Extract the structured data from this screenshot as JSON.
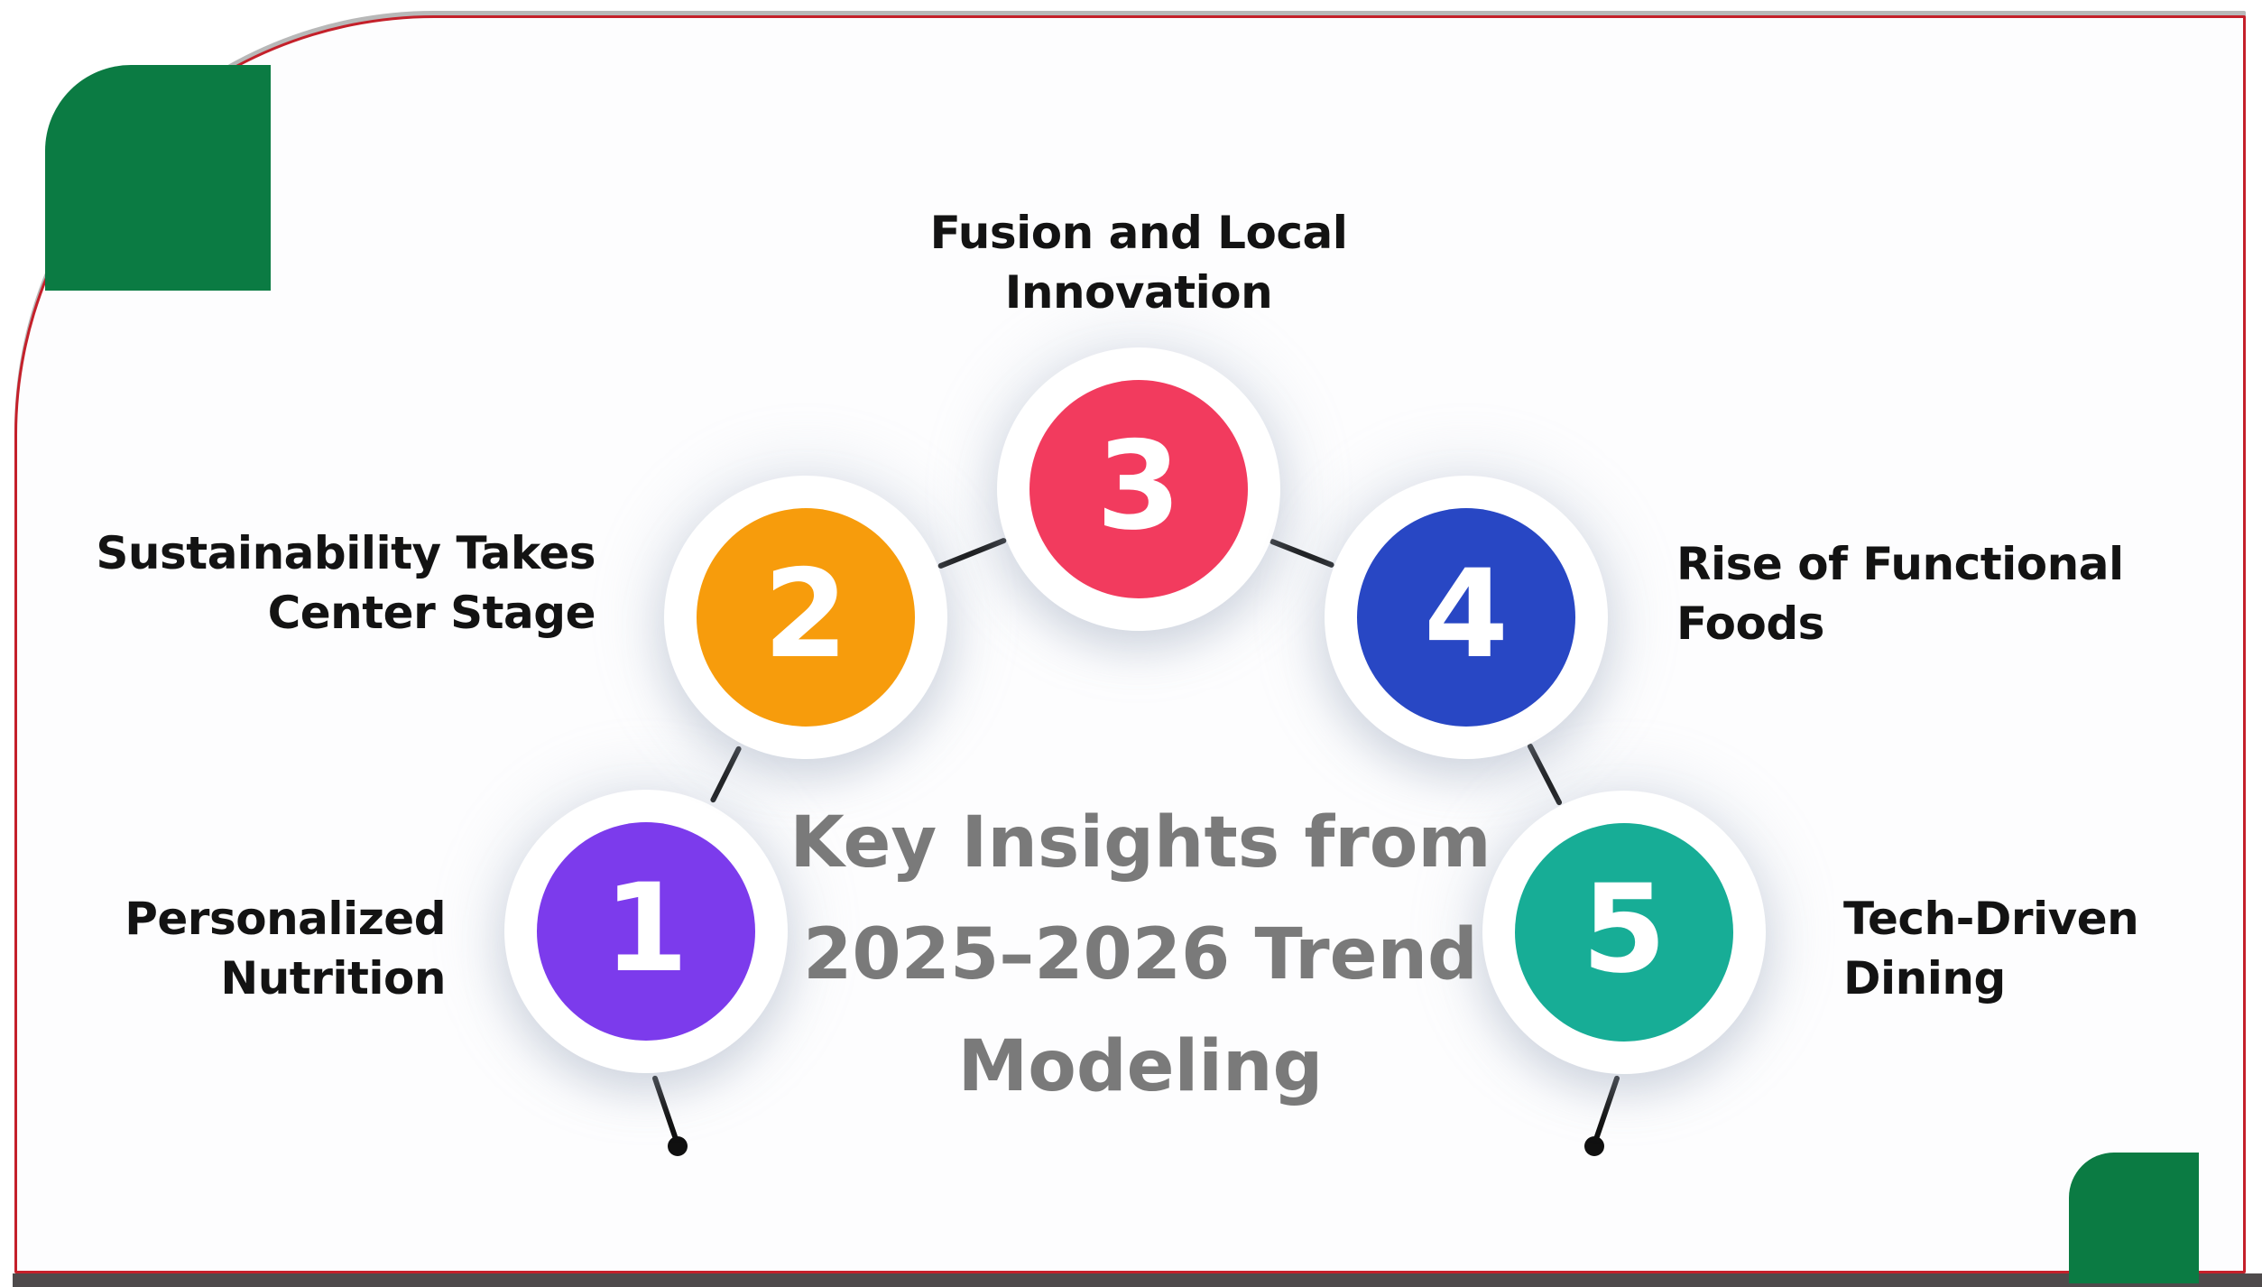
{
  "title": "Key Insights from\n2025–2026 Trend\nModeling",
  "items": [
    {
      "number": "1",
      "label": "Personalized\nNutrition",
      "color": "#7C3BEC"
    },
    {
      "number": "2",
      "label": "Sustainability Takes\nCenter Stage",
      "color": "#F79C0C"
    },
    {
      "number": "3",
      "label": "Fusion and Local\nInnovation",
      "color": "#F23B5E"
    },
    {
      "number": "4",
      "label": "Rise of Functional\nFoods",
      "color": "#2847C4"
    },
    {
      "number": "5",
      "label": "Tech-Driven\nDining",
      "color": "#17AD96"
    }
  ],
  "colors": {
    "border_red": "#C4202A",
    "corner_green": "#0B7B43",
    "footer_gray": "#4E4A4B",
    "title_gray": "#7A7A7A",
    "label_black": "#131313",
    "connector_black": "#101010"
  }
}
